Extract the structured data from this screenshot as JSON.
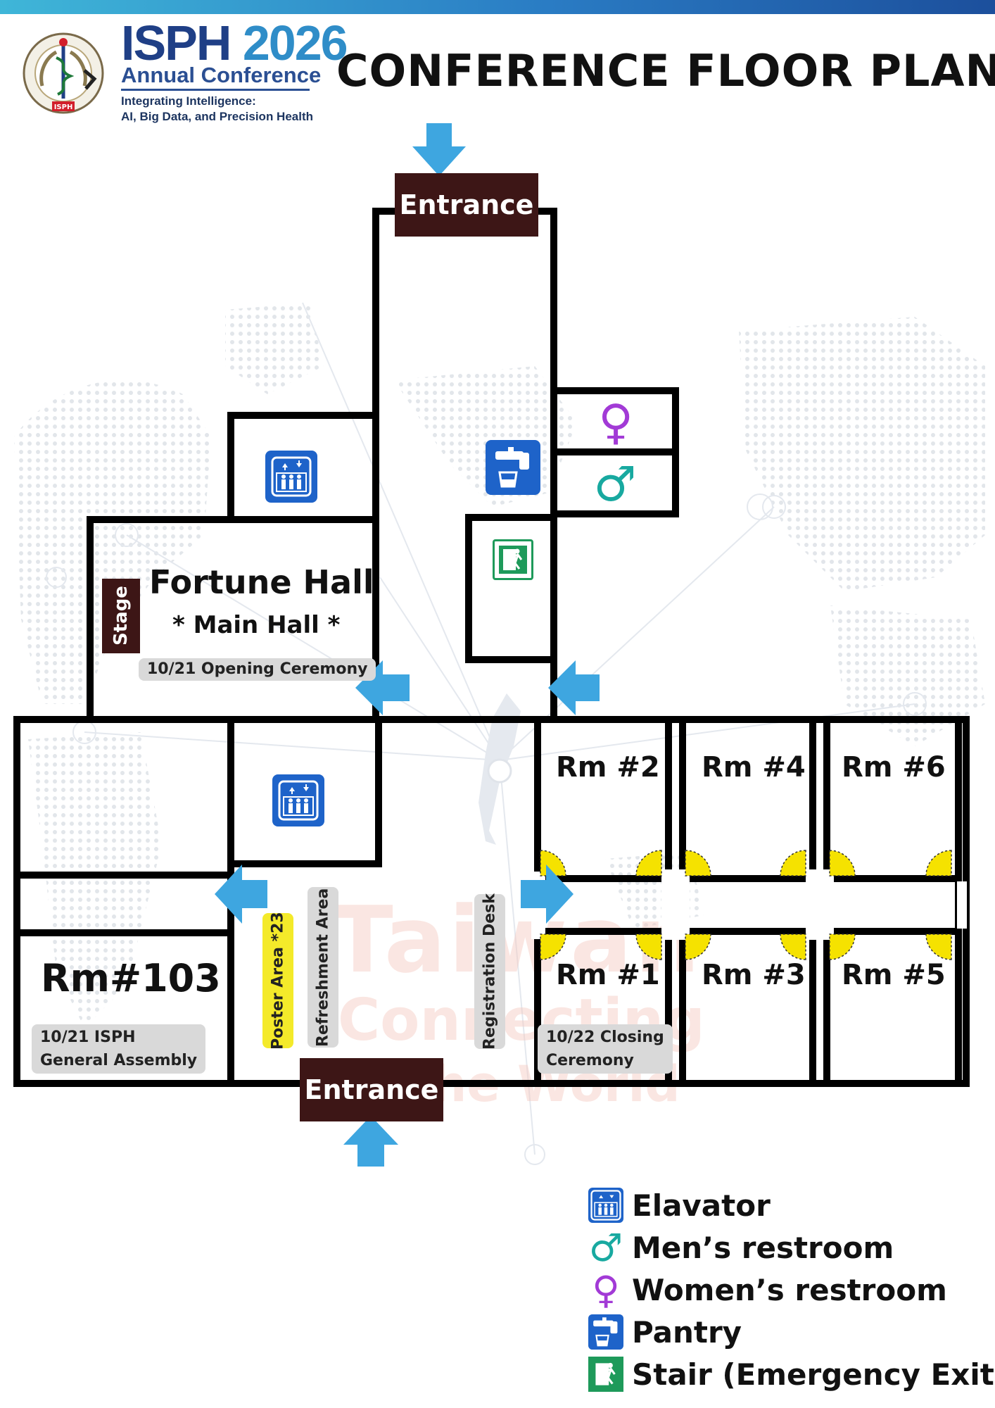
{
  "header": {
    "brand_name": "ISPH",
    "brand_year": "2026",
    "brand_subtitle": "Annual Conference",
    "brand_tagline_line1": "Integrating Intelligence:",
    "brand_tagline_line2": "AI, Big Data, and Precision Health",
    "seal_text": "ISPH",
    "title": "CONFERENCE FLOOR PLAN"
  },
  "entrances": {
    "top": "Entrance",
    "bottom": "Entrance"
  },
  "fortune_hall": {
    "name": "Fortune Hall",
    "subtitle": "* Main Hall *",
    "event": "10/21 Opening Ceremony",
    "stage": "Stage"
  },
  "rooms": {
    "rm2": "Rm #2",
    "rm4": "Rm #4",
    "rm6": "Rm #6",
    "rm1": "Rm #1",
    "rm3": "Rm #3",
    "rm5": "Rm #5",
    "rm103": "Rm#103"
  },
  "events": {
    "rm103_line1": "10/21 ISPH",
    "rm103_line2": "General Assembly",
    "rm1_line1": "10/22 Closing",
    "rm1_line2": "Ceremony"
  },
  "areas": {
    "poster": "Poster Area *23",
    "refreshment": "Refreshment   Area",
    "registration": "Registration Desk"
  },
  "legend": [
    {
      "icon": "elevator-icon",
      "label": "Elavator"
    },
    {
      "icon": "mens-restroom-icon",
      "label": "Men’s restroom"
    },
    {
      "icon": "womens-restroom-icon",
      "label": "Women’s restroom"
    },
    {
      "icon": "pantry-icon",
      "label": "Pantry"
    },
    {
      "icon": "emergency-exit-icon",
      "label": "Stair (Emergency Exit)"
    }
  ],
  "watermark": {
    "line1": "Taiwan",
    "line2": "Connecting",
    "line3": "the World"
  },
  "colors": {
    "wall": "#000000",
    "entrance_bg": "#3d1616",
    "arrow": "#3ea6e0",
    "elevator": "#1e63c9",
    "door": "#f5e200",
    "mens": "#18a9a0",
    "womens": "#a23ad6",
    "exit": "#1e9a5a",
    "poster_tag": "#f4ea2a",
    "tag_gray": "#d9d9d9"
  }
}
